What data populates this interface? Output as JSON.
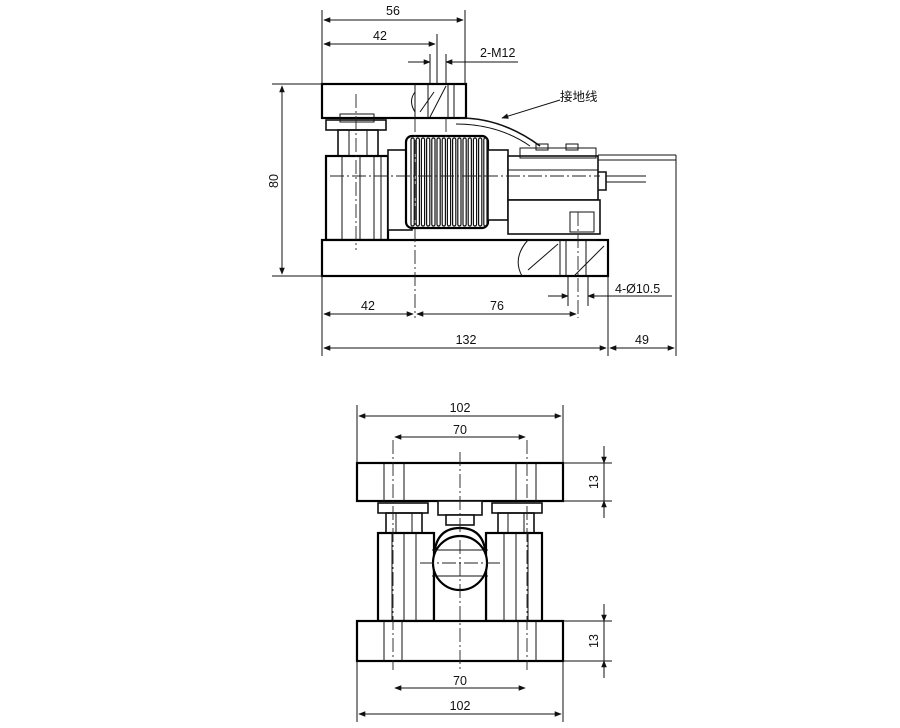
{
  "side_view": {
    "dims": {
      "total_width": "56",
      "bolt_spacing": "42",
      "thread": "2-M12",
      "height": "80",
      "base_left": "42",
      "base_hole_span": "76",
      "holes": "4-Ø10.5",
      "overall": "132",
      "overhang": "49"
    },
    "ground_label": "接地线"
  },
  "front_view": {
    "dims": {
      "top_width": "102",
      "top_hole_span": "70",
      "top_plate_thickness": "13",
      "base_plate_thickness": "13",
      "bottom_hole_span": "70",
      "bottom_width": "102"
    }
  }
}
